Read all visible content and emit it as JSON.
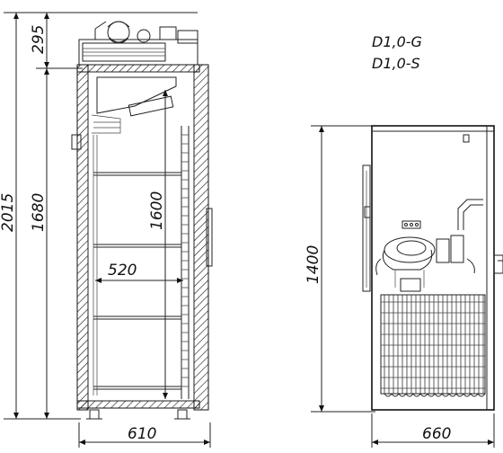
{
  "models": [
    "D1,0-G",
    "D1,0-S"
  ],
  "front_view": {
    "dimensions": {
      "overall_height": "2015",
      "cabinet_height": "1680",
      "unit_height": "295",
      "interior_height": "1600",
      "interior_depth": "520",
      "width": "610"
    }
  },
  "side_view": {
    "dimensions": {
      "height": "1400",
      "depth": "660"
    }
  }
}
